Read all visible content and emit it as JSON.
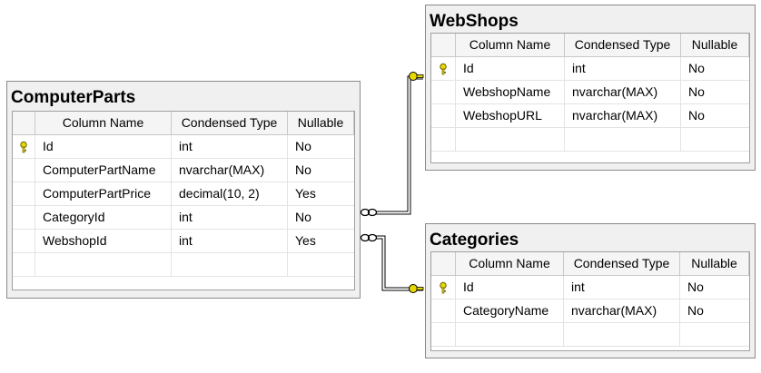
{
  "tables": {
    "computer_parts": {
      "title": "ComputerParts",
      "headers": [
        "Column Name",
        "Condensed Type",
        "Nullable"
      ],
      "rows": [
        {
          "pk": true,
          "name": "Id",
          "type": "int",
          "nullable": "No"
        },
        {
          "pk": false,
          "name": "ComputerPartName",
          "type": "nvarchar(MAX)",
          "nullable": "No"
        },
        {
          "pk": false,
          "name": "ComputerPartPrice",
          "type": "decimal(10, 2)",
          "nullable": "Yes"
        },
        {
          "pk": false,
          "name": "CategoryId",
          "type": "int",
          "nullable": "No"
        },
        {
          "pk": false,
          "name": "WebshopId",
          "type": "int",
          "nullable": "Yes"
        }
      ]
    },
    "webshops": {
      "title": "WebShops",
      "headers": [
        "Column Name",
        "Condensed Type",
        "Nullable"
      ],
      "rows": [
        {
          "pk": true,
          "name": "Id",
          "type": "int",
          "nullable": "No"
        },
        {
          "pk": false,
          "name": "WebshopName",
          "type": "nvarchar(MAX)",
          "nullable": "No"
        },
        {
          "pk": false,
          "name": "WebshopURL",
          "type": "nvarchar(MAX)",
          "nullable": "No"
        }
      ]
    },
    "categories": {
      "title": "Categories",
      "headers": [
        "Column Name",
        "Condensed Type",
        "Nullable"
      ],
      "rows": [
        {
          "pk": true,
          "name": "Id",
          "type": "int",
          "nullable": "No"
        },
        {
          "pk": false,
          "name": "CategoryName",
          "type": "nvarchar(MAX)",
          "nullable": "No"
        }
      ]
    }
  },
  "colors": {
    "key_icon": "#e6d800",
    "connector": "#000000",
    "border": "#8a8a8a"
  },
  "icons": {
    "primary_key": "key-icon",
    "relationship_many": "infinity-icon",
    "relationship_one": "key-icon"
  }
}
